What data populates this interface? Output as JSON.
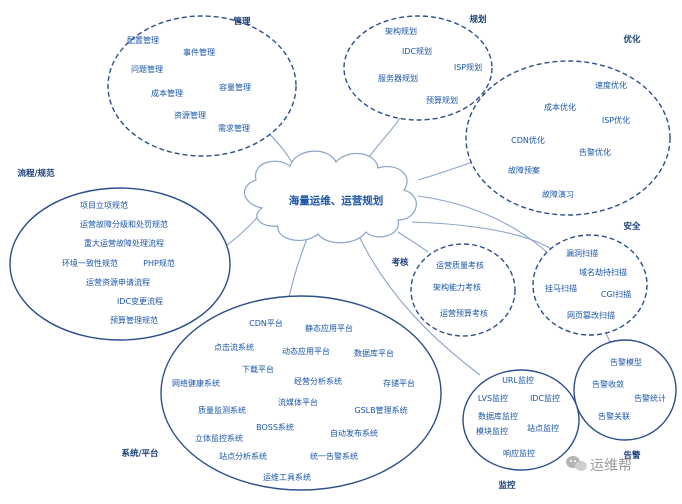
{
  "center": {
    "title": "海量运维、运营规划"
  },
  "clusters": {
    "management": {
      "title": "管理",
      "items": [
        "配置管理",
        "事件管理",
        "问题管理",
        "成本管理",
        "容量管理",
        "资源管理",
        "需求管理"
      ]
    },
    "planning": {
      "title": "规划",
      "items": [
        "架构规划",
        "IDC规划",
        "ISP规划",
        "服务器规划",
        "预算规划"
      ]
    },
    "optimization": {
      "title": "优化",
      "items": [
        "速度优化",
        "成本优化",
        "ISP优化",
        "CDN优化",
        "告警优化",
        "故障预案",
        "故障演习"
      ]
    },
    "process": {
      "title": "流程/规范",
      "items": [
        "项目立项规范",
        "运营故障分级和处罚规范",
        "重大运营故障处理流程",
        "环境一致性规范",
        "PHP规范",
        "运营资源申请流程",
        "IDC变更流程",
        "预算管理规范"
      ]
    },
    "assessment": {
      "title": "考核",
      "items": [
        "运营质量考核",
        "架构能力考核",
        "运营预算考核"
      ]
    },
    "security": {
      "title": "安全",
      "items": [
        "漏洞扫描",
        "域名劫持扫描",
        "挂马扫描",
        "CGI扫描",
        "网页篡改扫描"
      ]
    },
    "alarm": {
      "title": "告警",
      "items": [
        "告警模型",
        "告警收敛",
        "告警统计",
        "告警关联"
      ]
    },
    "systems": {
      "title": "系统/平台",
      "items": [
        "CDN平台",
        "静态应用平台",
        "点击流系统",
        "动态应用平台",
        "数据库平台",
        "下载平台",
        "网络健康系统",
        "经营分析系统",
        "存储平台",
        "流媒体平台",
        "质量监测系统",
        "GSLB管理系统",
        "BOSS系统",
        "立体监控系统",
        "自动发布系统",
        "站点分析系统",
        "统一告警系统",
        "运维工具系统"
      ]
    },
    "monitoring": {
      "title": "监控",
      "items": [
        "URL监控",
        "LVS监控",
        "IDC监控",
        "数据库监控",
        "模块监控",
        "站点监控",
        "响应监控"
      ]
    }
  },
  "watermark": {
    "text": "运维帮"
  }
}
